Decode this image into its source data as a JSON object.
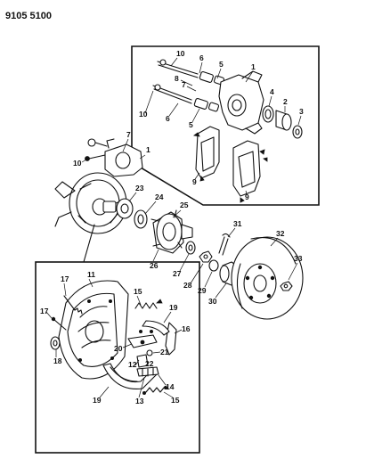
{
  "header": {
    "code": "9105 5100"
  },
  "callouts": {
    "c1": "1",
    "c2": "2",
    "c3": "3",
    "c4": "4",
    "c5": "5",
    "c6": "6",
    "c7": "7",
    "c8": "8",
    "c9": "9",
    "c10": "10",
    "c11": "11",
    "c12": "12",
    "c13": "13",
    "c14": "14",
    "c15": "15",
    "c16": "16",
    "c17": "17",
    "c18": "18",
    "c19": "19",
    "c20": "20",
    "c21": "21",
    "c22": "22",
    "c23": "23",
    "c24": "24",
    "c25": "25",
    "c26": "26",
    "c27": "27",
    "c28": "28",
    "c29": "29",
    "c30": "30",
    "c31": "31",
    "c32": "32",
    "c33": "33"
  }
}
